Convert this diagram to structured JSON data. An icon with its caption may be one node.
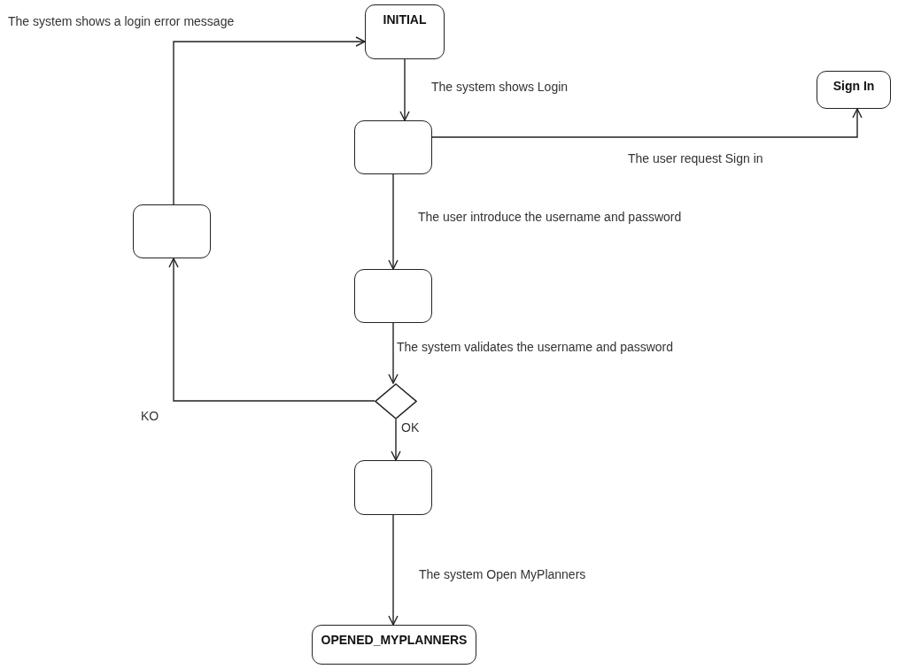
{
  "diagram": {
    "nodes": [
      {
        "text": [
          "INITIAL"
        ]
      },
      {
        "text": [],
        "shape": "box"
      },
      {
        "text": [
          "Sign In"
        ]
      },
      {
        "text": [],
        "shape": "box"
      },
      {
        "text": [],
        "shape": "box"
      },
      {
        "text": [],
        "shape": "diamond"
      },
      {
        "text": [],
        "shape": "box"
      },
      {
        "text": [
          "OPENED_MYPLANNERS"
        ]
      }
    ],
    "edges": [
      {
        "from": 0,
        "to": 1,
        "arrow": "to",
        "label": "The system shows Login"
      },
      {
        "from": 1,
        "to": 2,
        "arrow": "to",
        "label": "The user request Sign in"
      },
      {
        "from": 1,
        "to": 4,
        "arrow": "to",
        "label": "The user introduce the username and password"
      },
      {
        "from": 4,
        "to": 5,
        "arrow": "to",
        "label": "The system validates the username and password"
      },
      {
        "from": 5,
        "to": 3,
        "arrow": "to",
        "label": "KO"
      },
      {
        "from": 5,
        "to": 6,
        "arrow": "to",
        "label": "OK"
      },
      {
        "from": 6,
        "to": 7,
        "arrow": "to",
        "label": "The system Open MyPlanners"
      },
      {
        "from": 3,
        "to": 0,
        "arrow": "to",
        "label": "The system shows a login error message"
      }
    ]
  }
}
